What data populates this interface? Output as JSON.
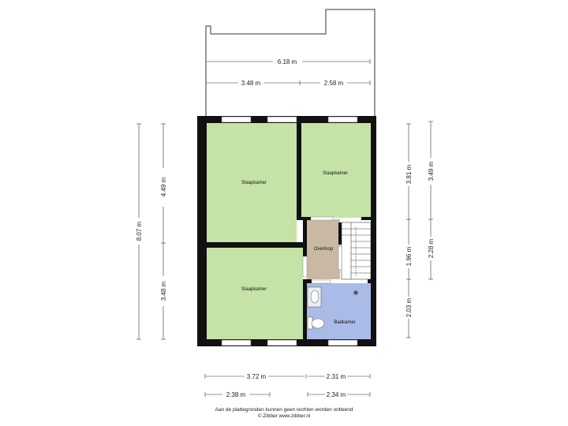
{
  "rooms": {
    "bedroom_1": "Slaapkamer",
    "bedroom_2": "Slaapkamer",
    "bedroom_3": "Slaapkamer",
    "landing": "Overloop",
    "bathroom": "Badkamer"
  },
  "dimensions": {
    "top_total": "6.18 m",
    "top_left": "3.48 m",
    "top_right": "2.58 m",
    "left_total": "8.07 m",
    "left_upper": "4.49 m",
    "left_lower": "3.48 m",
    "right_inner_upper": "3.81 m",
    "right_inner_middle": "1.96 m",
    "right_inner_lower": "2.03 m",
    "right_outer_upper": "3.49 m",
    "right_outer_lower": "2.28 m",
    "bottom_row1_left": "3.72 m",
    "bottom_row1_right": "2.31 m",
    "bottom_row2_left": "2.38 m",
    "bottom_row2_right": "2.34 m"
  },
  "colors": {
    "bedroom": "#c5e3a6",
    "landing": "#c9b9a4",
    "bathroom": "#a9bbe6",
    "wall": "#111111"
  },
  "footer": {
    "line1": "Aan de plattegronden kunnen geen rechten worden ontleend",
    "line2": "© Zibber www.zibber.nl"
  }
}
